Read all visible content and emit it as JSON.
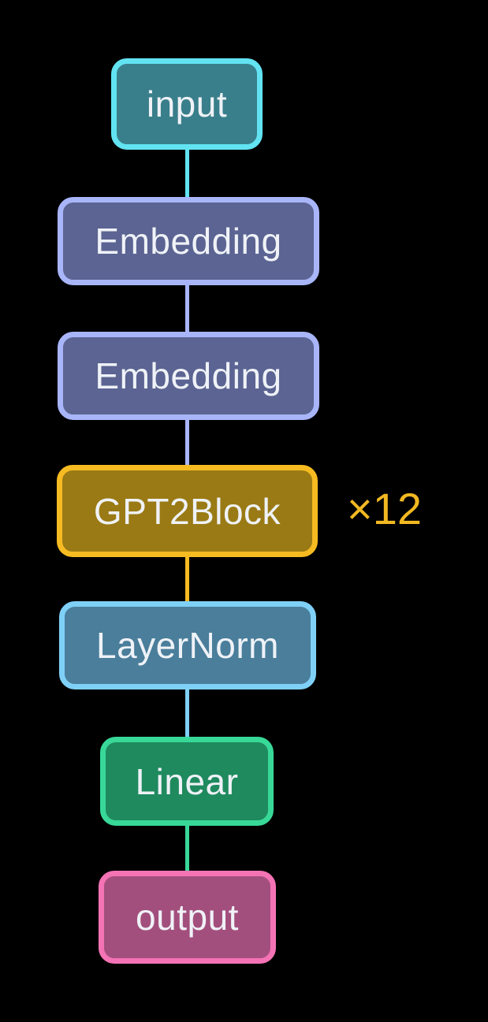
{
  "canvas": {
    "background": "#000000",
    "text_color": "#eff2f7"
  },
  "diagram": {
    "description": "Model architecture flow diagram",
    "nodes": [
      {
        "id": "input",
        "label": "input",
        "fill": "#397f8b",
        "border": "#62e3f2"
      },
      {
        "id": "embedding-1",
        "label": "Embedding",
        "fill": "#5b6492",
        "border": "#a8b5f8"
      },
      {
        "id": "embedding-2",
        "label": "Embedding",
        "fill": "#5b6492",
        "border": "#a8b5f8"
      },
      {
        "id": "gpt2block",
        "label": "GPT2Block",
        "fill": "#9a7a15",
        "border": "#f7bb22"
      },
      {
        "id": "layernorm",
        "label": "LayerNorm",
        "fill": "#4a7e9b",
        "border": "#7fd0f7"
      },
      {
        "id": "linear",
        "label": "Linear",
        "fill": "#1f8a5e",
        "border": "#38d898"
      },
      {
        "id": "output",
        "label": "output",
        "fill": "#a34f7d",
        "border": "#f473b5"
      }
    ],
    "edges": [
      {
        "from": "input",
        "to": "embedding-1",
        "color": "#62e3f2"
      },
      {
        "from": "embedding-1",
        "to": "embedding-2",
        "color": "#a8b5f8"
      },
      {
        "from": "embedding-2",
        "to": "gpt2block",
        "color": "#a8b5f8"
      },
      {
        "from": "gpt2block",
        "to": "layernorm",
        "color": "#f7bb22"
      },
      {
        "from": "layernorm",
        "to": "linear",
        "color": "#7fd0f7"
      },
      {
        "from": "linear",
        "to": "output",
        "color": "#38d898"
      }
    ],
    "repeat_label": {
      "text": "×12",
      "color": "#f2b822",
      "attached_to": "gpt2block"
    }
  }
}
